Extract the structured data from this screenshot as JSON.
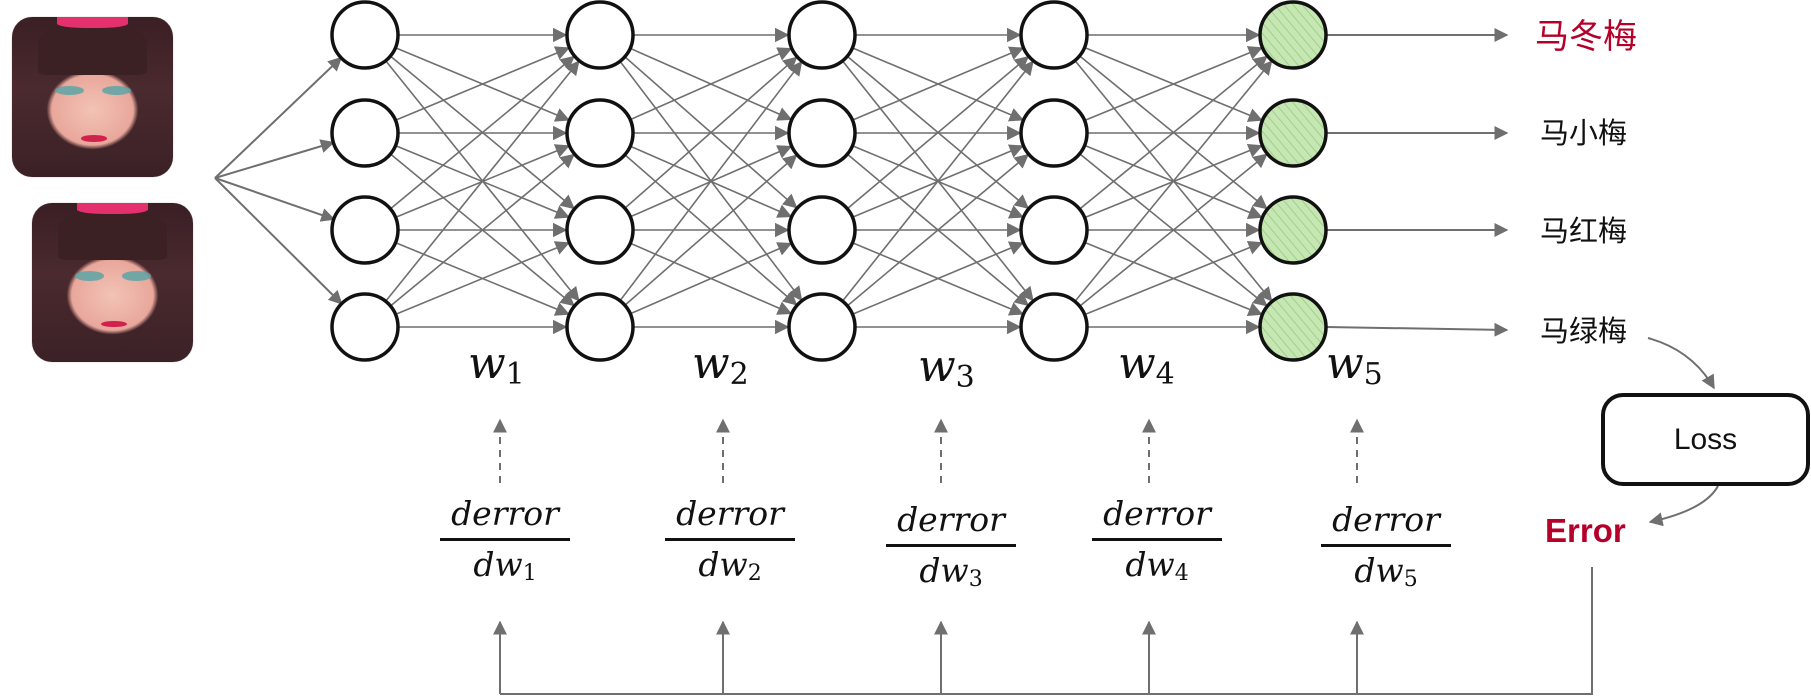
{
  "colors": {
    "edge": "#6f6f6f",
    "node_stroke": "#111111",
    "output_fill": "#c6e6b4",
    "output_hatch": "#9ed287",
    "highlight": "#b5002a"
  },
  "inputs": [
    {
      "name": "input-photo-1",
      "kind": "face-photo"
    },
    {
      "name": "input-photo-2",
      "kind": "face-photo"
    }
  ],
  "network": {
    "layers": 5,
    "nodes_per_layer": 4,
    "output_layer_style": "green-hatched"
  },
  "outputs": [
    {
      "label": "马冬梅",
      "highlight": true
    },
    {
      "label": "马小梅",
      "highlight": false
    },
    {
      "label": "马红梅",
      "highlight": false
    },
    {
      "label": "马绿梅",
      "highlight": false
    }
  ],
  "weights": [
    {
      "symbol": "w",
      "index": "1"
    },
    {
      "symbol": "w",
      "index": "2"
    },
    {
      "symbol": "w",
      "index": "3"
    },
    {
      "symbol": "w",
      "index": "4"
    },
    {
      "symbol": "w",
      "index": "5"
    }
  ],
  "gradients": [
    {
      "numerator": "derror",
      "denominator": "dw",
      "index": "1"
    },
    {
      "numerator": "derror",
      "denominator": "dw",
      "index": "2"
    },
    {
      "numerator": "derror",
      "denominator": "dw",
      "index": "3"
    },
    {
      "numerator": "derror",
      "denominator": "dw",
      "index": "4"
    },
    {
      "numerator": "derror",
      "denominator": "dw",
      "index": "5"
    }
  ],
  "loss": {
    "label": "Loss"
  },
  "error": {
    "label": "Error"
  }
}
